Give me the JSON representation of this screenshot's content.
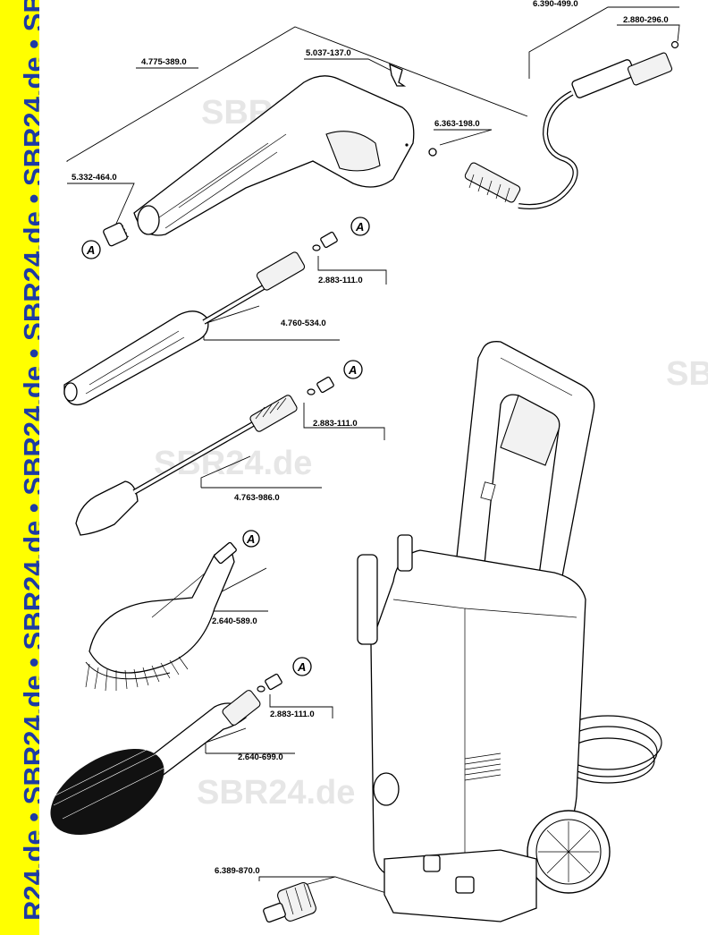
{
  "sidebar": {
    "text": "R24.de • SBR24.de • SBR24.de • SBR24.de • SBR24.de • SBR24.de • SBR2"
  },
  "watermarks": [
    "SBR24.de",
    "SBR24.de",
    "SBR24.de",
    "SBR"
  ],
  "reference_marker": "A",
  "parts": [
    {
      "id": "p1",
      "number": "6.390-499.0"
    },
    {
      "id": "p2",
      "number": "2.880-296.0"
    },
    {
      "id": "p3",
      "number": "4.775-389.0"
    },
    {
      "id": "p4",
      "number": "5.037-137.0"
    },
    {
      "id": "p5",
      "number": "6.363-198.0"
    },
    {
      "id": "p6",
      "number": "5.332-464.0"
    },
    {
      "id": "p7",
      "number": "2.883-111.0"
    },
    {
      "id": "p8",
      "number": "4.760-534.0"
    },
    {
      "id": "p9",
      "number": "2.883-111.0"
    },
    {
      "id": "p10",
      "number": "4.763-986.0"
    },
    {
      "id": "p11",
      "number": "2.640-589.0"
    },
    {
      "id": "p12",
      "number": "2.883-111.0"
    },
    {
      "id": "p13",
      "number": "2.640-699.0"
    },
    {
      "id": "p14",
      "number": "6.389-870.0"
    }
  ],
  "colors": {
    "sidebar_bg": "#ffff00",
    "sidebar_text": "#1d3aa5",
    "watermark": "#e6e6e6"
  }
}
